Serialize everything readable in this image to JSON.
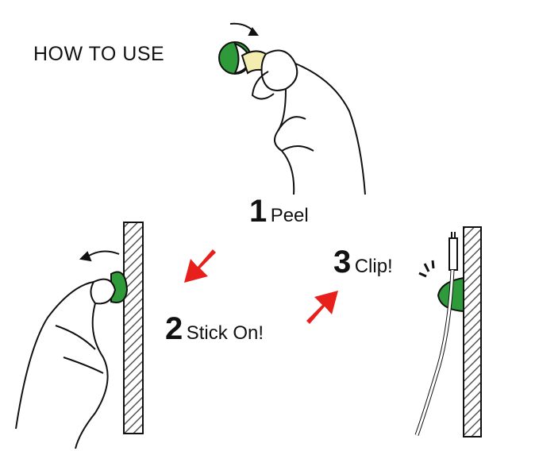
{
  "title": "HOW TO USE",
  "steps": [
    {
      "number": "1",
      "label": "Peel"
    },
    {
      "number": "2",
      "label": "Stick On!"
    },
    {
      "number": "3",
      "label": "Clip!"
    }
  ],
  "colors": {
    "clip_green": "#2e9a3a",
    "arrow_red": "#e8201c",
    "adhesive": "#f3eeb0"
  }
}
